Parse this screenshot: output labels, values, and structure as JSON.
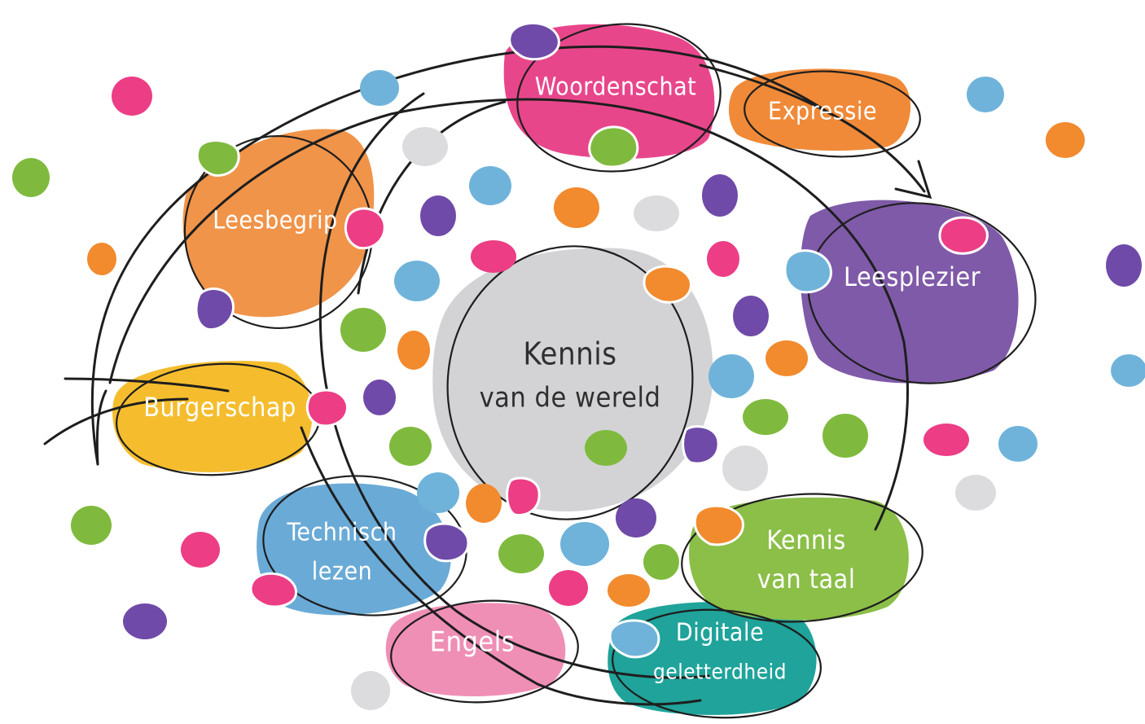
{
  "diagram": {
    "center": {
      "line1": "Kennis",
      "line2": "van de wereld",
      "color": "#d3d3d6"
    },
    "nodes": [
      {
        "id": "woordenschat",
        "line1": "Woordenschat",
        "line2": "",
        "color": "#e8468b"
      },
      {
        "id": "expressie",
        "line1": "Expressie",
        "line2": "",
        "color": "#f08a38"
      },
      {
        "id": "leesplezier",
        "line1": "Leesplezier",
        "line2": "",
        "color": "#7f5aa8"
      },
      {
        "id": "leesbegrip",
        "line1": "Leesbegrip",
        "line2": "",
        "color": "#f0944a"
      },
      {
        "id": "burgerschap",
        "line1": "Burgerschap",
        "line2": "",
        "color": "#f5bd2e"
      },
      {
        "id": "technisch-lezen",
        "line1": "Technisch",
        "line2": "lezen",
        "color": "#6aaad6"
      },
      {
        "id": "engels",
        "line1": "Engels",
        "line2": "",
        "color": "#ef8fb6"
      },
      {
        "id": "digitale-geletterdheid",
        "line1": "Digitale",
        "line2": "geletterdheid",
        "color": "#1fa39a"
      },
      {
        "id": "kennis-van-taal",
        "line1": "Kennis",
        "line2": "van taal",
        "color": "#8bbf48"
      }
    ],
    "palette": {
      "pink": "#ec3d85",
      "orange": "#f28a2e",
      "purple": "#6f4aa8",
      "green": "#7fba3e",
      "blue": "#6fb3da",
      "gray": "#dcdcde",
      "line": "#1e1e1e"
    }
  }
}
